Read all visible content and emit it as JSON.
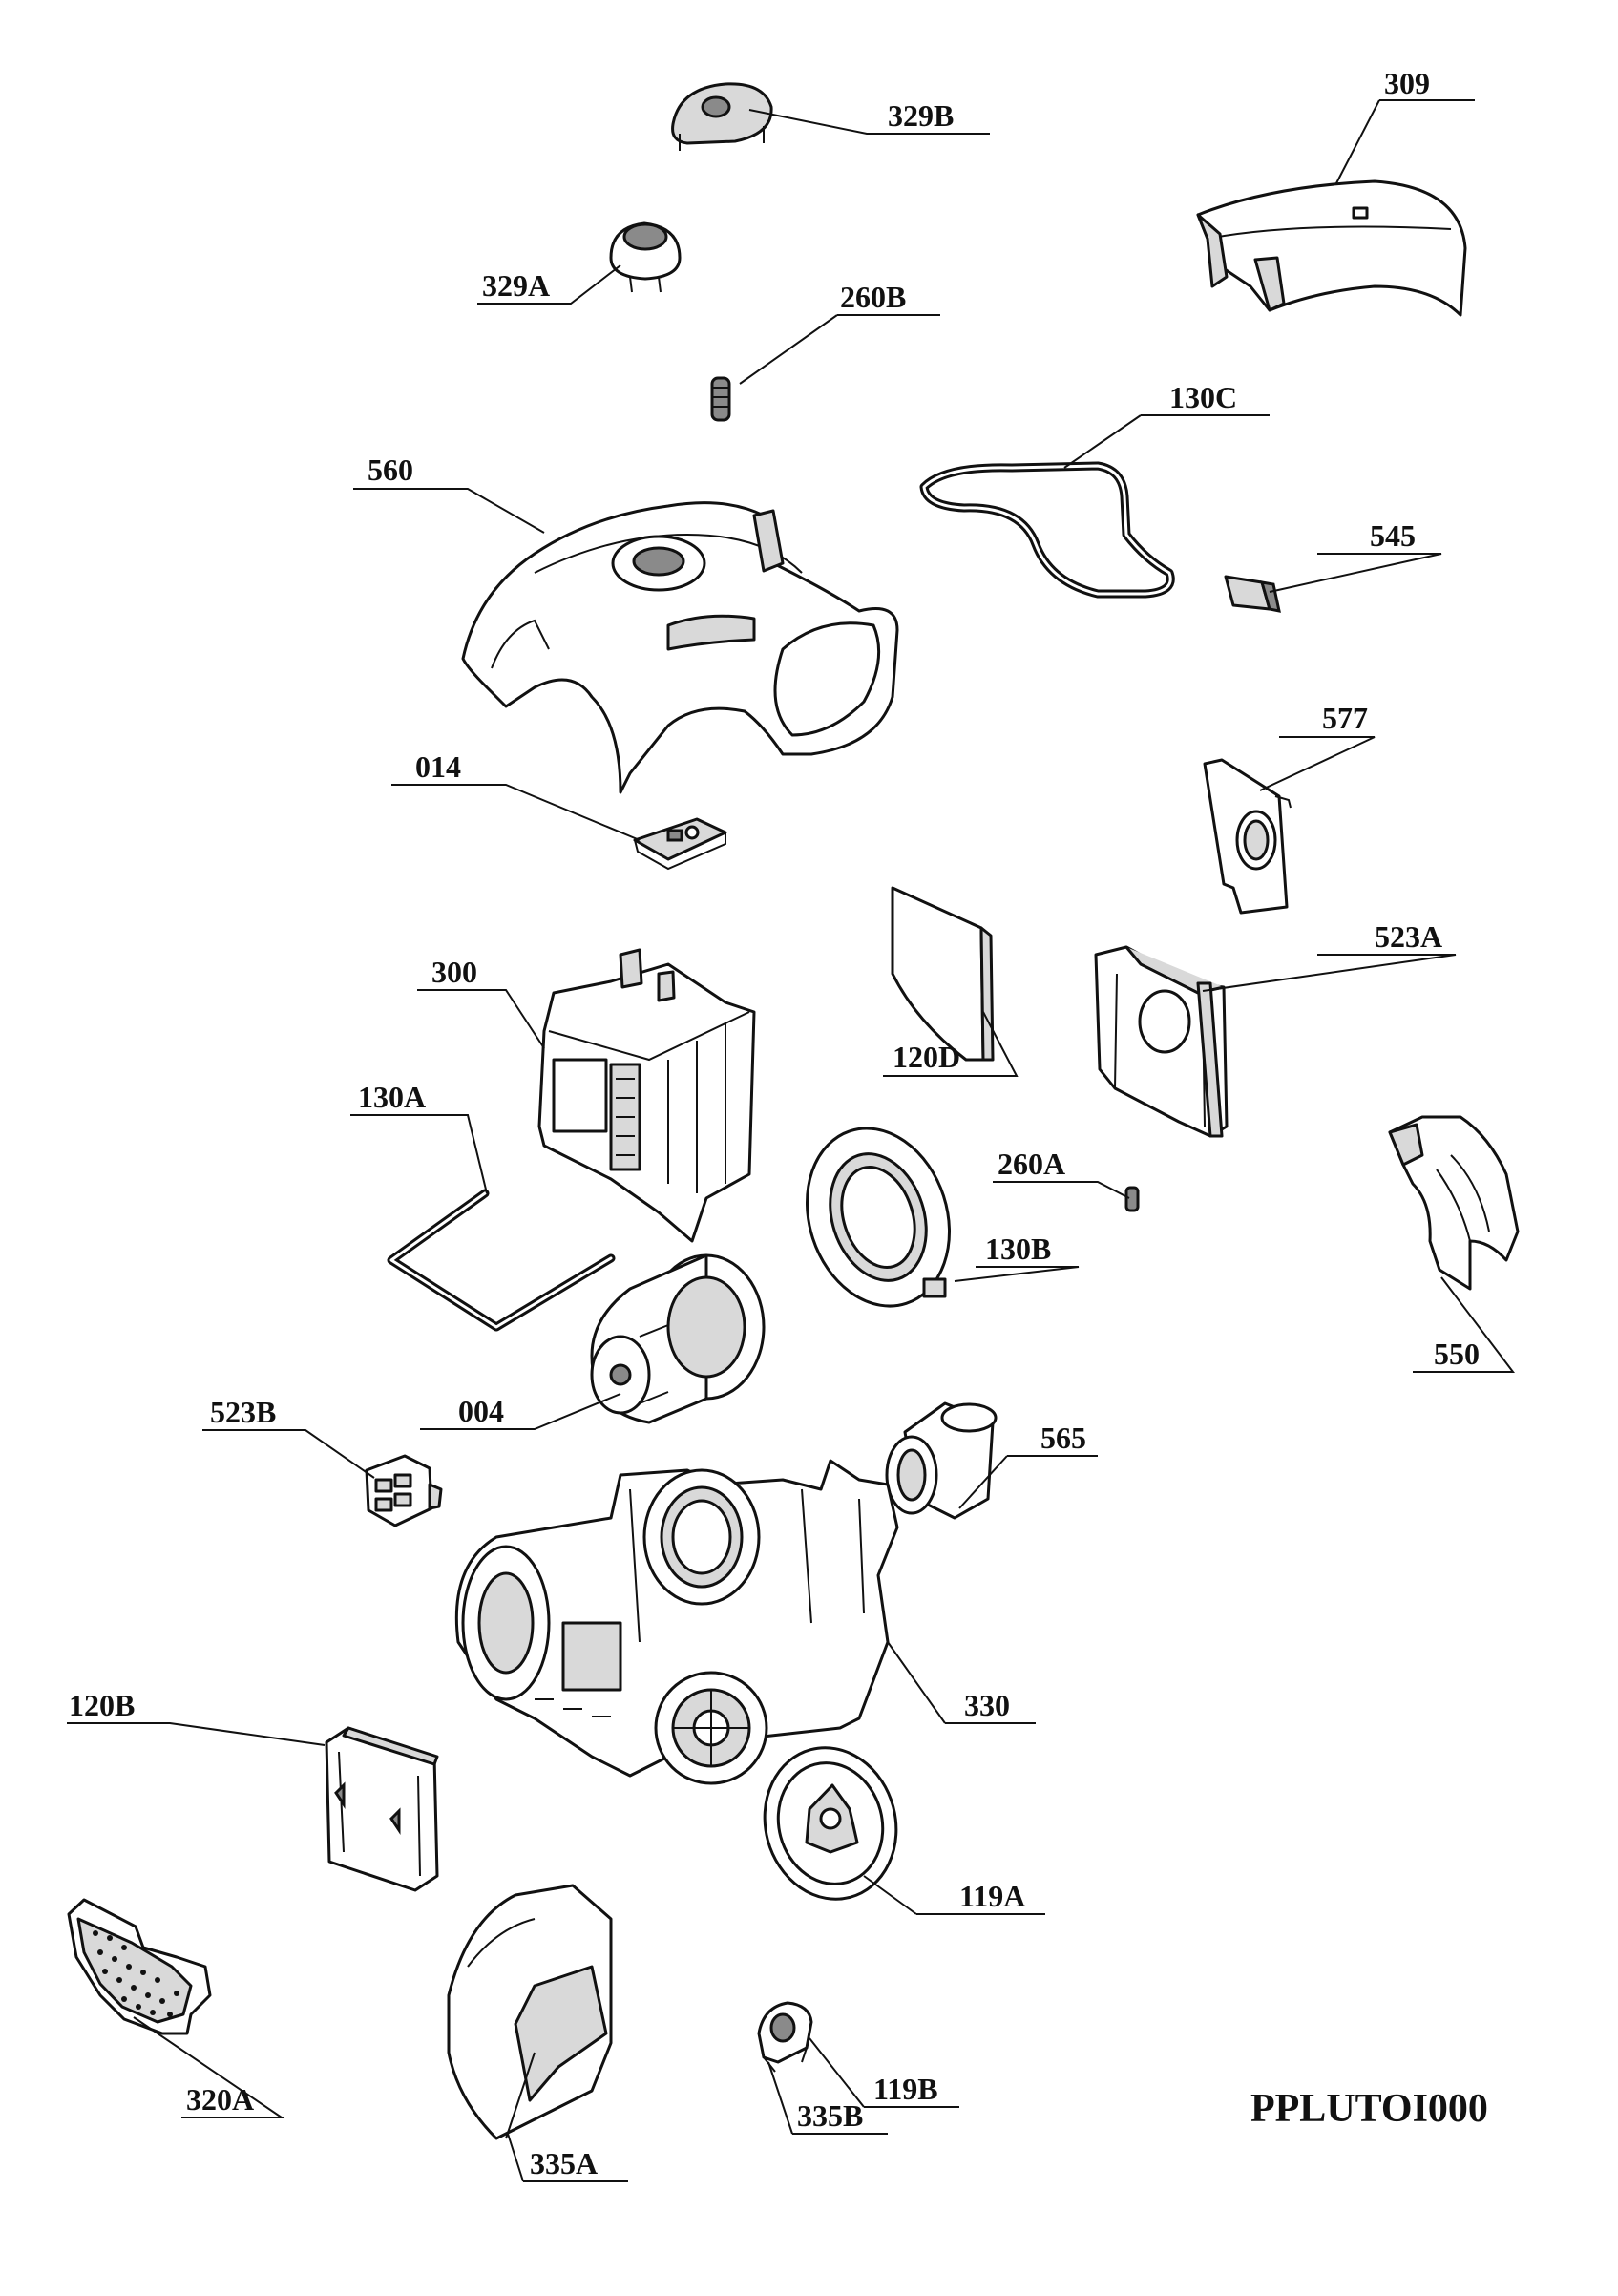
{
  "diagram_code": "PPLUTOI000",
  "labels": [
    "329B",
    "309",
    "329A",
    "260B",
    "130C",
    "560",
    "545",
    "577",
    "014",
    "523A",
    "300",
    "120D",
    "130A",
    "260A",
    "130B",
    "550",
    "004",
    "523B",
    "565",
    "330",
    "120B",
    "119A",
    "320A",
    "119B",
    "335B",
    "335A"
  ]
}
